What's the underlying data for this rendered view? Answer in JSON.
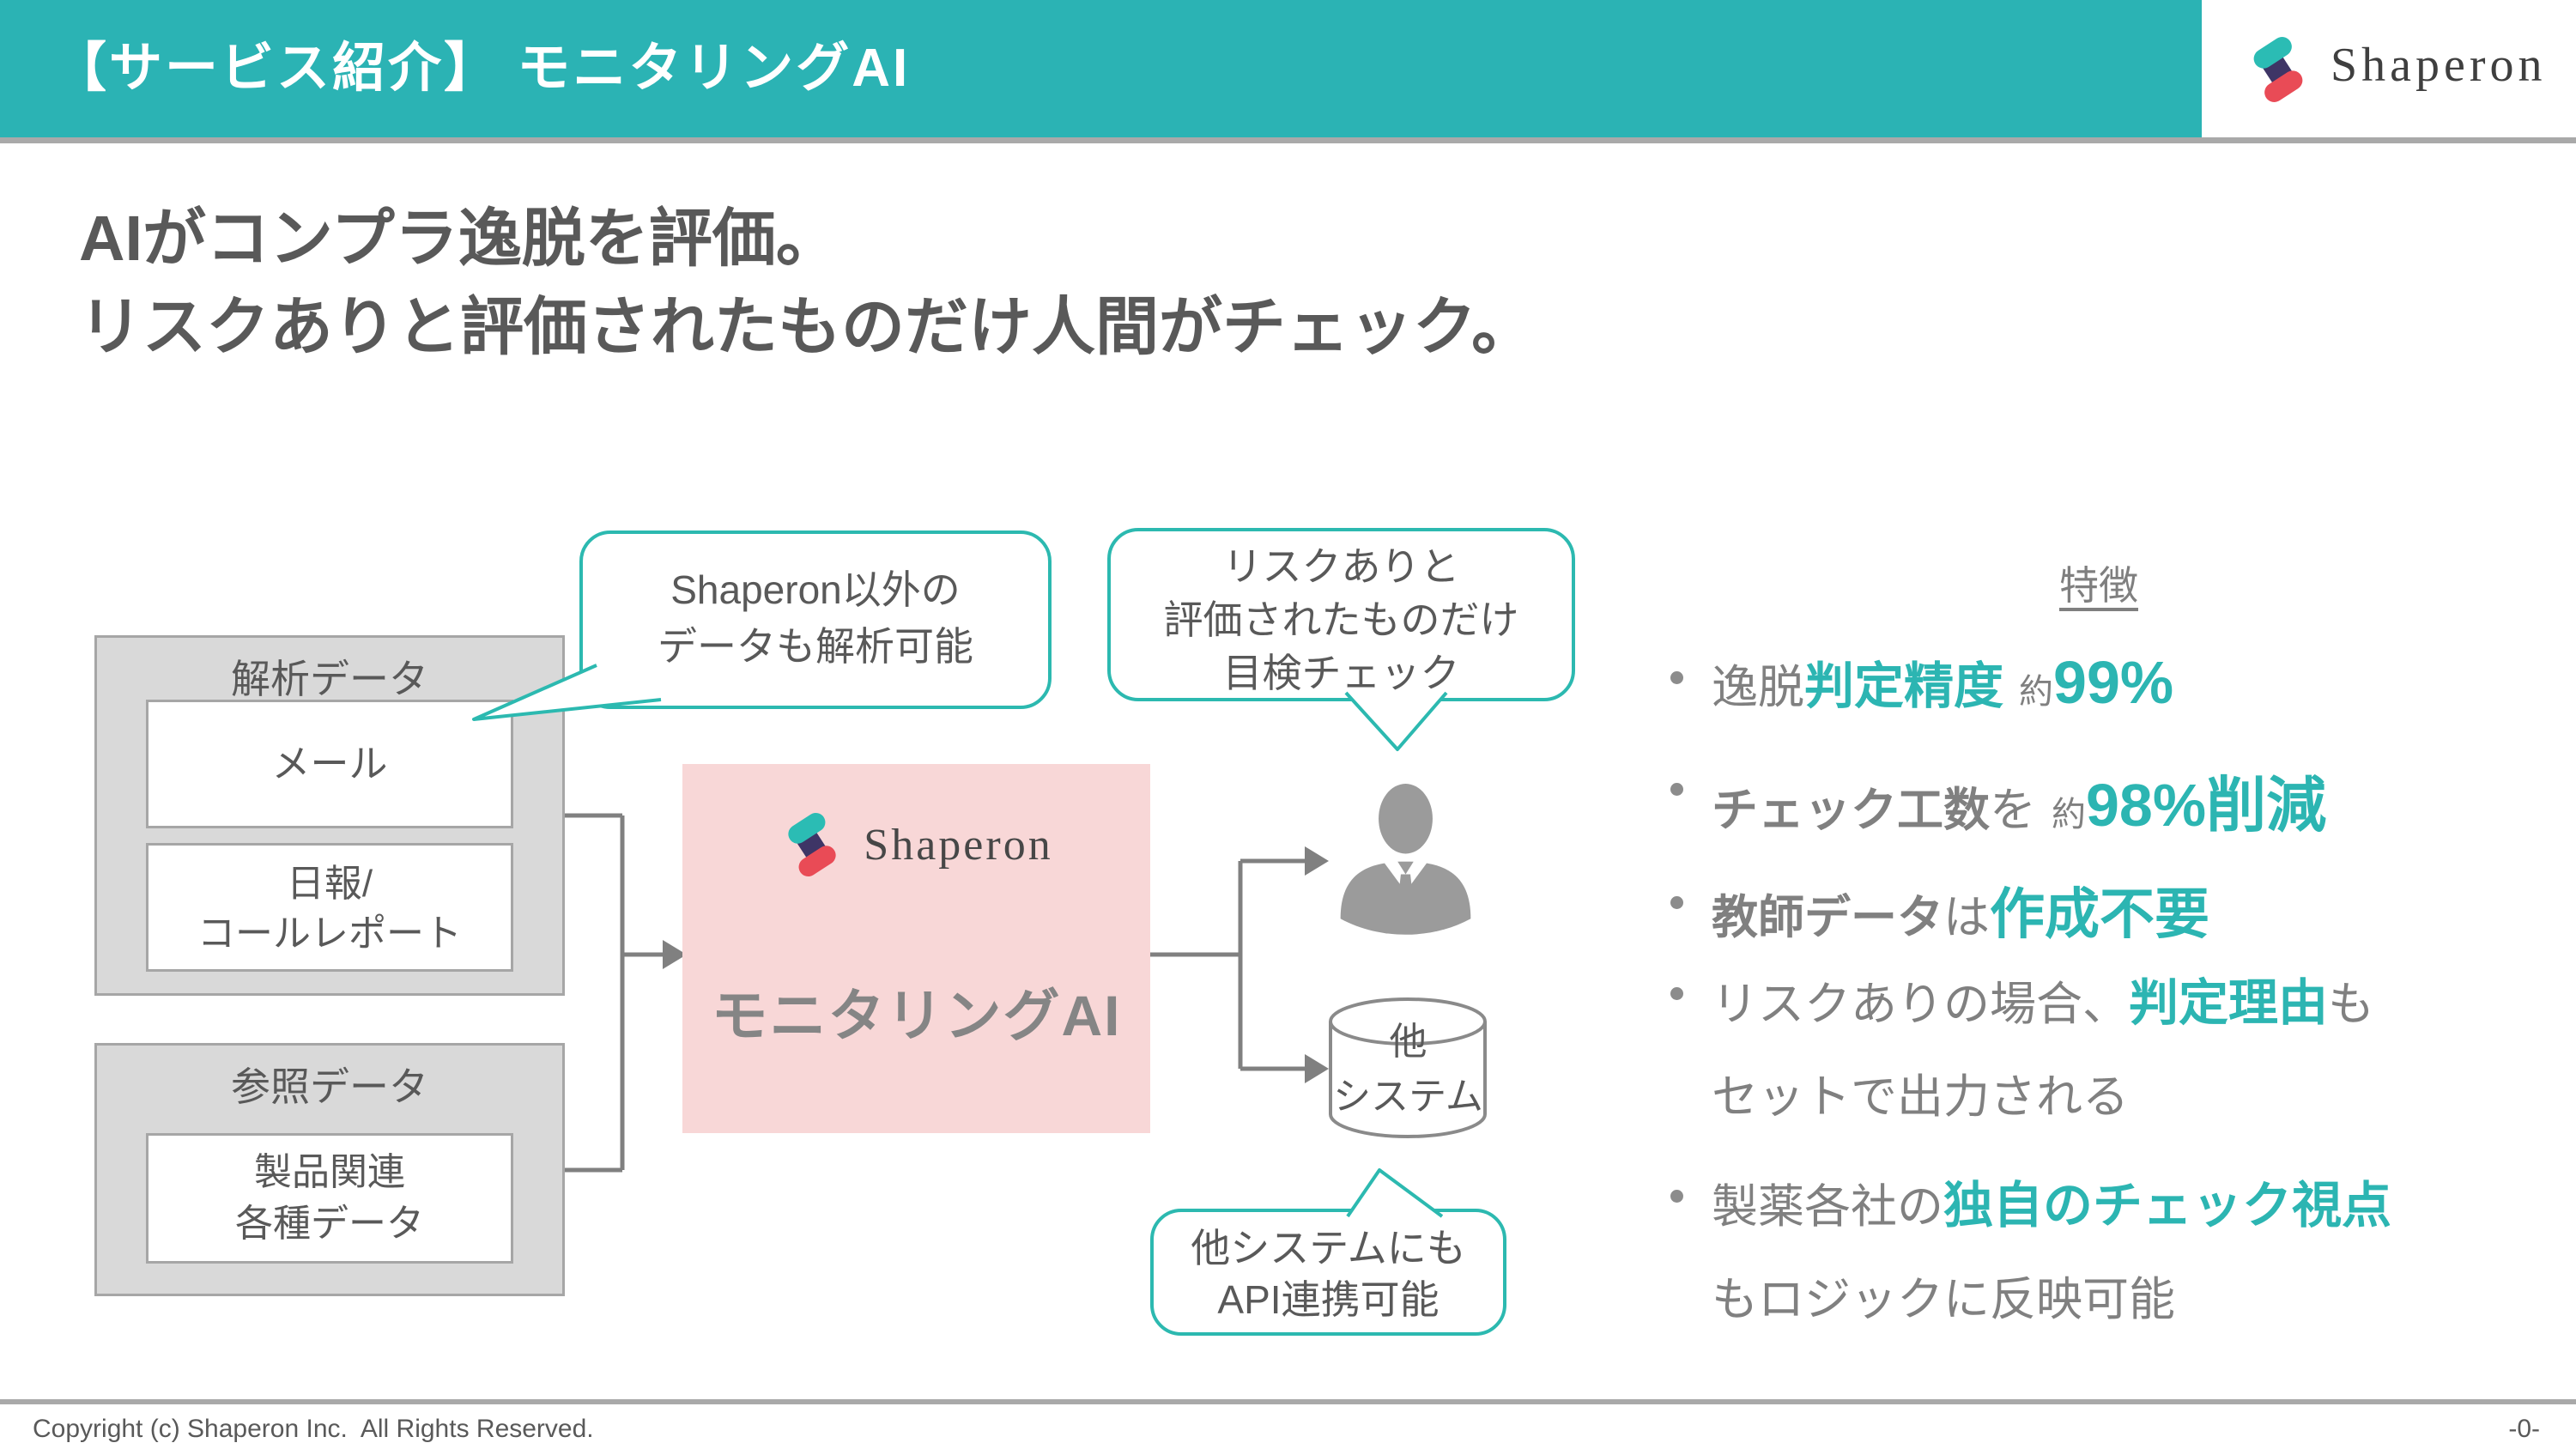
{
  "colors": {
    "header_teal": "#2BB3B4",
    "accent_teal_text": "#2CB5B2",
    "bubble_border_teal": "#2CB9B0",
    "ai_box_pink": "#F8D7D7",
    "box_gray_fill": "#D9D9D9",
    "box_border_gray": "#A6A6A6",
    "dark_text_gray": "#595959",
    "mid_text_gray": "#808080",
    "logo_red": "#E94B56",
    "logo_teal": "#2BBCB4",
    "logo_navy": "#3E3566",
    "person_icon_gray": "#9B9B9B"
  },
  "header": {
    "title": "【サービス紹介】 モニタリングAI",
    "logo_text": "Shaperon"
  },
  "main_title": {
    "line1": "AIがコンプラ逸脱を評価。",
    "line2": "リスクありと評価されたものだけ人間がチェック。"
  },
  "diagram": {
    "analysis_box": {
      "title": "解析データ",
      "item1": "メール",
      "item2_line1": "日報/",
      "item2_line2": "コールレポート"
    },
    "reference_box": {
      "title": "参照データ",
      "item1_line1": "製品関連",
      "item1_line2": "各種データ"
    },
    "ai_box": {
      "logo_text": "Shaperon",
      "label": "モニタリングAI"
    },
    "other_system": {
      "line1": "他",
      "line2": "システム"
    },
    "bubble_analysis": {
      "line1": "Shaperon以外の",
      "line2": "データも解析可能"
    },
    "bubble_risk": {
      "line1": "リスクありと",
      "line2": "評価されたものだけ",
      "line3": "目検チェック"
    },
    "bubble_api": {
      "line1": "他システムにも",
      "line2": "API連携可能"
    }
  },
  "features": {
    "title": "特徴",
    "bullet1": {
      "s1": "逸脱",
      "s2": "判定精度",
      "s3": "約",
      "s4": "99%"
    },
    "bullet2": {
      "s1": "チェック工数",
      "s2": "を",
      "s3": "約",
      "s4": "98%削減"
    },
    "bullet3": {
      "s1": "教師データ",
      "s2": "は",
      "s3": "作成不要"
    },
    "bullet4": {
      "s1": "リスクありの場合、",
      "s2": "判定理由",
      "s3": "も",
      "line2": "セットで出力される"
    },
    "bullet5": {
      "s1": "製薬各社の",
      "s2": "独自のチェック視点",
      "line2": "もロジックに反映可能"
    }
  },
  "footer": {
    "copyright": "Copyright (c) Shaperon Inc.  All Rights Reserved.",
    "page": "-0-"
  }
}
